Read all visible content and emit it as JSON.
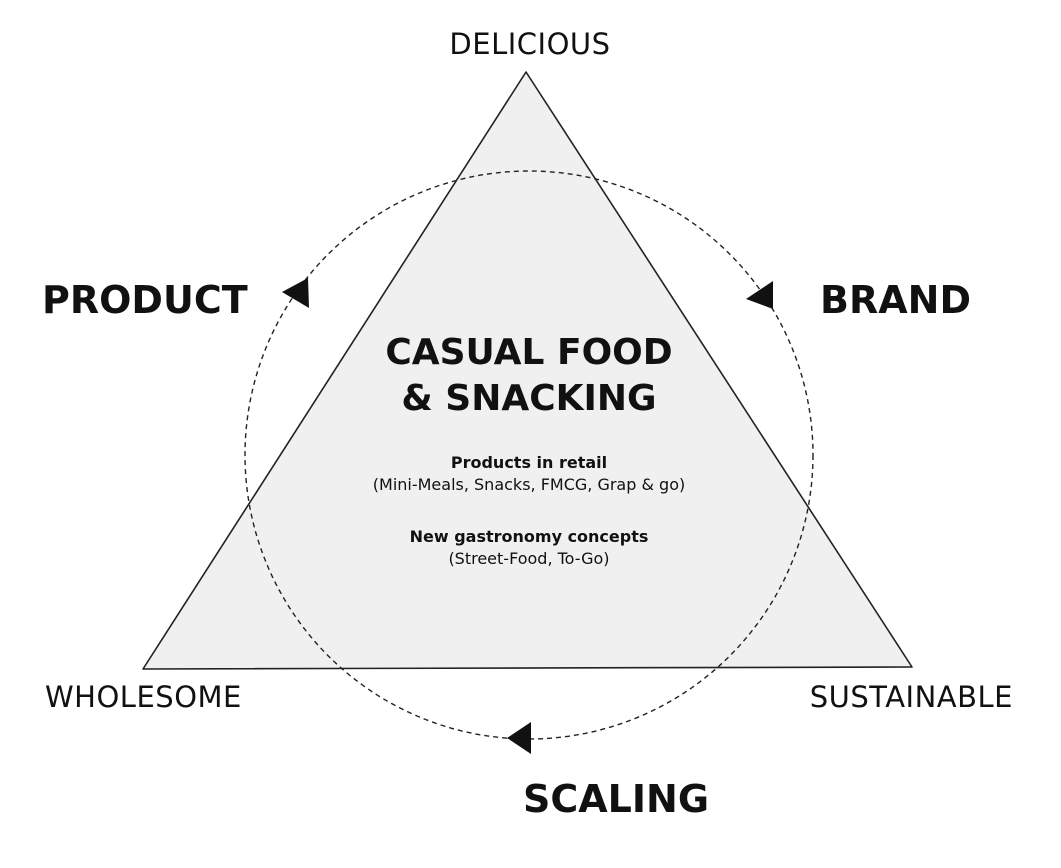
{
  "diagram": {
    "corners": {
      "top": "DELICIOUS",
      "bottom_left": "WHOLESOME",
      "bottom_right": "SUSTAINABLE"
    },
    "pillars": {
      "left": "PRODUCT",
      "right": "BRAND",
      "bottom": "SCALING"
    },
    "center": {
      "title_line1": "CASUAL FOOD",
      "title_line2": "& SNACKING",
      "items": [
        {
          "title": "Products in retail",
          "subtitle": "(Mini-Meals, Snacks, FMCG, Grap & go)"
        },
        {
          "title": "New gastronomy concepts",
          "subtitle": "(Street-Food, To-Go)"
        }
      ]
    },
    "colors": {
      "triangle_fill": "#f0f0f0",
      "stroke": "#222222",
      "text": "#111111"
    }
  }
}
